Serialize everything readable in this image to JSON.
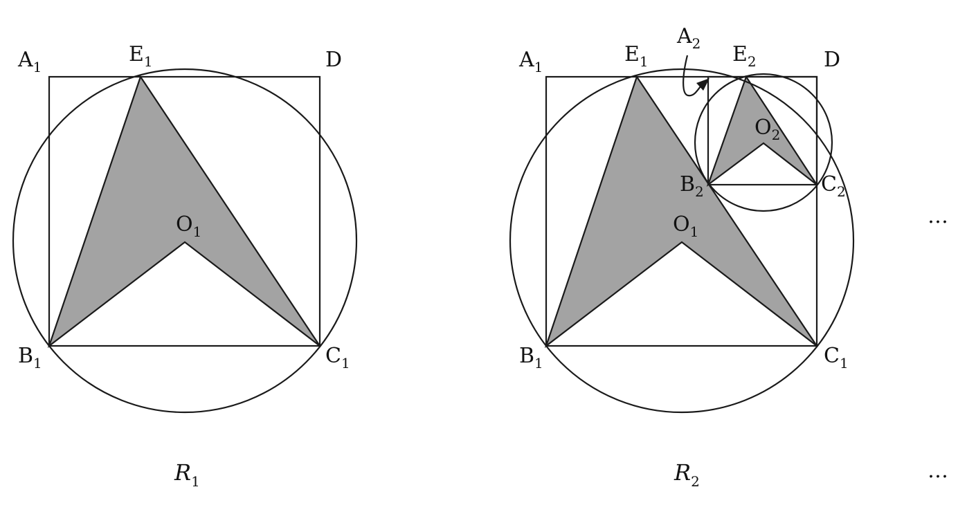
{
  "figure1": {
    "caption": {
      "main": "R",
      "sub": "1"
    },
    "labels": {
      "A1": {
        "main": "A",
        "sub": "1"
      },
      "E1": {
        "main": "E",
        "sub": "1"
      },
      "D": {
        "main": "D",
        "sub": ""
      },
      "B1": {
        "main": "B",
        "sub": "1"
      },
      "C1": {
        "main": "C",
        "sub": "1"
      },
      "O1": {
        "main": "O",
        "sub": "1"
      }
    }
  },
  "figure2": {
    "caption": {
      "main": "R",
      "sub": "2"
    },
    "labels": {
      "A1": {
        "main": "A",
        "sub": "1"
      },
      "E1": {
        "main": "E",
        "sub": "1"
      },
      "A2": {
        "main": "A",
        "sub": "2"
      },
      "E2": {
        "main": "E",
        "sub": "2"
      },
      "D": {
        "main": "D",
        "sub": ""
      },
      "O2": {
        "main": "O",
        "sub": "2"
      },
      "B2": {
        "main": "B",
        "sub": "2"
      },
      "C2": {
        "main": "C",
        "sub": "2"
      },
      "O1": {
        "main": "O",
        "sub": "1"
      },
      "B1": {
        "main": "B",
        "sub": "1"
      },
      "C1": {
        "main": "C",
        "sub": "1"
      }
    }
  },
  "ellipsis": {
    "top": "…",
    "bottom": "…"
  },
  "colors": {
    "shade": "#a3a3a3",
    "stroke": "#1a1a1a",
    "background": "#ffffff"
  }
}
